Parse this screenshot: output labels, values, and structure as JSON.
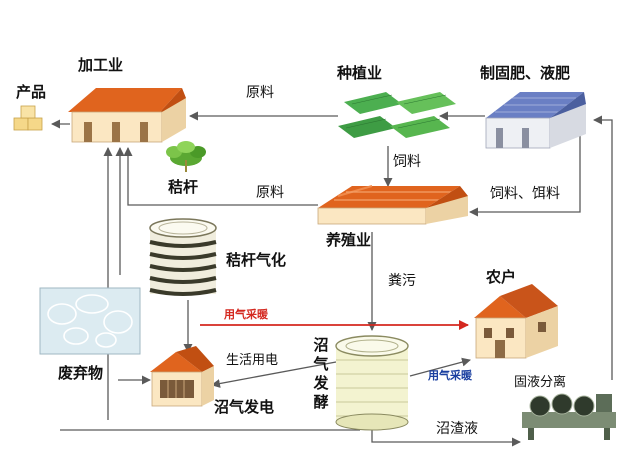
{
  "nodes": {
    "processing": "加工业",
    "products": "产品",
    "planting": "种植业",
    "fertilizer": "制固肥、液肥",
    "straw": "秸杆",
    "breeding": "养殖业",
    "straw_gas": "秸杆气化",
    "farmers": "农户",
    "waste": "废弃物",
    "biogas_power": "沼气发电",
    "biogas_ferment": "沼气发酵",
    "separation": "固液分离"
  },
  "edges": {
    "raw_material_1": "原料",
    "raw_material_2": "原料",
    "feed": "饲料",
    "feed_bait": "饲料、饵料",
    "manure": "粪污",
    "gas_heating_1": "用气采暖",
    "gas_heating_2": "用气采暖",
    "household_power": "生活用电",
    "slurry": "沼渣液"
  },
  "colors": {
    "arrow": "#5a5a5a",
    "roof": "#e0641e",
    "wall": "#fbe7c2",
    "field": "#4caf50",
    "solar": "#6a7fc4",
    "red_arrow": "#d4281f",
    "tank": "#f3f3d0"
  }
}
